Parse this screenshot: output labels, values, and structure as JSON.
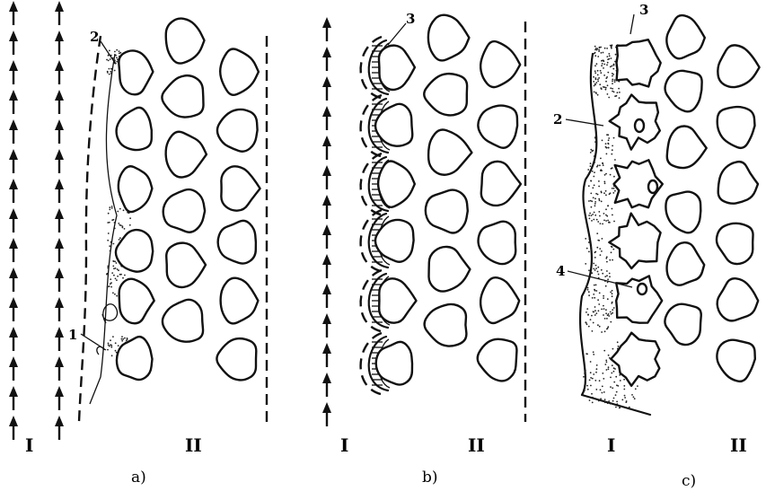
{
  "panels": [
    {
      "caption": "a)",
      "flow_zone": "I",
      "solid_zone": "II"
    },
    {
      "caption": "b)",
      "flow_zone": "I",
      "solid_zone": "II"
    },
    {
      "caption": "c)",
      "flow_zone": "I",
      "solid_zone": "II"
    }
  ],
  "callouts": {
    "a1": "1",
    "a2": "2",
    "b3": "3",
    "c3": "3",
    "c2": "2",
    "c4": "4"
  }
}
